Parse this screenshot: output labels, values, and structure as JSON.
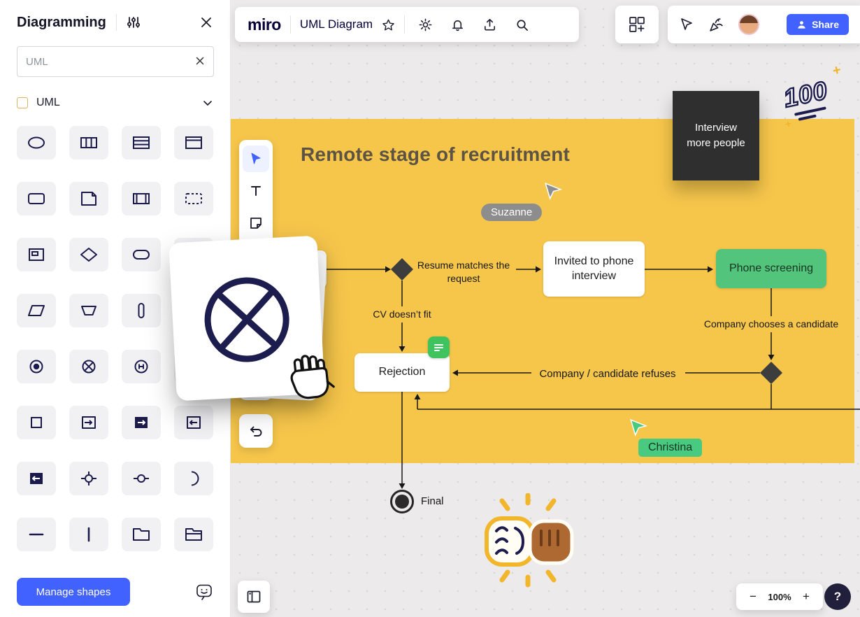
{
  "colors": {
    "accent_blue": "#4262FF",
    "frame_yellow": "#F6C64B",
    "node_green": "#53C47C",
    "sticky_dark": "#2F2F2F",
    "icon_navy": "#1B1B4B",
    "canvas_gray": "#ECEAEA"
  },
  "sidebar": {
    "title": "Diagramming",
    "search": {
      "value": "UML"
    },
    "section": {
      "label": "UML"
    },
    "manage_button": "Manage shapes",
    "shape_names": [
      "ellipse",
      "vertical-partition",
      "horizontal-partition",
      "frame",
      "rounded-rectangle",
      "note",
      "predefined-process",
      "dashed-rectangle",
      "component",
      "decision",
      "terminator",
      "state",
      "parallelogram",
      "manual-operation",
      "vertical-capsule",
      "hidden-shape",
      "initial-node",
      "flow-final",
      "shallow-history",
      "circle-node",
      "square",
      "entry-point",
      "exit-point",
      "input-pin",
      "output-pin",
      "join-node",
      "merge-node",
      "receive-signal",
      "horizontal-line",
      "vertical-line",
      "package",
      "package-alt"
    ],
    "icons": [
      "sliders-icon",
      "close-icon",
      "clear-icon",
      "chevron-down-icon",
      "feedback-icon"
    ]
  },
  "topbar": {
    "logo": "miro",
    "board_title": "UML Diagram",
    "icons": [
      "star-icon",
      "settings-gear-icon",
      "notifications-bell-icon",
      "export-icon",
      "search-icon"
    ]
  },
  "collab": {
    "share_label": "Share",
    "icons": [
      "frames-add-icon",
      "cursor-icon",
      "reactions-icon",
      "avatar"
    ]
  },
  "board": {
    "frame_title": "Remote stage of recruitment",
    "sticky_note": {
      "text": "Interview more people"
    },
    "sticker_100": "100",
    "sticker_sparkle": "+",
    "cursors": [
      {
        "name": "Suzanne",
        "color": "#8D8D8D"
      },
      {
        "name": "Christina",
        "color": "#48CB81"
      }
    ],
    "diagram": {
      "labels": {
        "resume_matches": "Resume matches the request",
        "cv_doesnt_fit": "CV doesn’t fit",
        "company_chooses": "Company chooses a candidate",
        "company_refuses": "Company / candidate refuses"
      },
      "nodes": {
        "invited": "Invited to phone interview",
        "phone_screening": "Phone screening",
        "rejection": "Rejection",
        "final_label": "Final"
      }
    }
  },
  "footer": {
    "zoom_out": "−",
    "zoom_level": "100%",
    "zoom_in": "+",
    "help": "?"
  }
}
